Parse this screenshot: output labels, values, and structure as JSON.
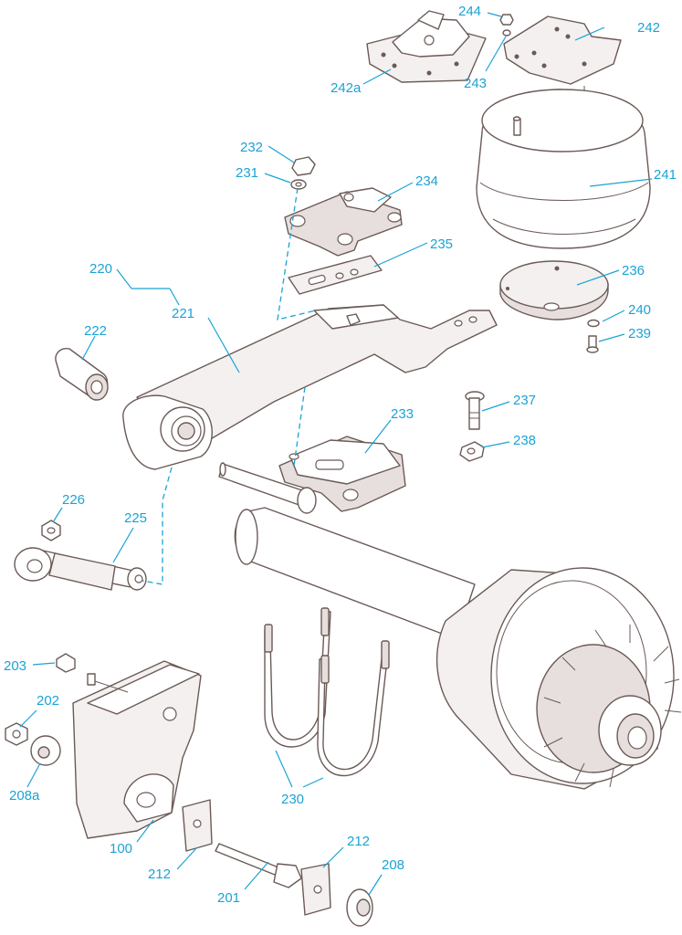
{
  "diagram": {
    "labels": {
      "l244": "244",
      "l242": "242",
      "l242a": "242a",
      "l243": "243",
      "l241": "241",
      "l232": "232",
      "l231": "231",
      "l234": "234",
      "l235": "235",
      "l236": "236",
      "l220": "220",
      "l221": "221",
      "l222": "222",
      "l240": "240",
      "l239": "239",
      "l237": "237",
      "l233": "233",
      "l238": "238",
      "l226": "226",
      "l225": "225",
      "l203": "203",
      "l202": "202",
      "l208a": "208a",
      "l100": "100",
      "l230": "230",
      "l212a": "212",
      "l212b": "212",
      "l201": "201",
      "l208": "208"
    },
    "colors": {
      "label": "#1aa3d6",
      "outline": "#6b5a56"
    }
  }
}
